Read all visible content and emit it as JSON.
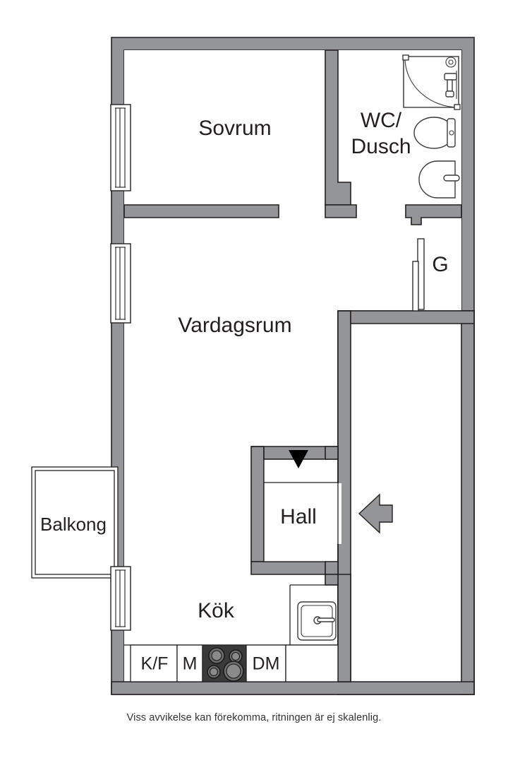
{
  "plan": {
    "type": "apartment-floor-plan",
    "language": "sv",
    "caption": "Viss avvikelse kan förekomma, ritningen är ej skalenlig.",
    "wall_color": "#939598",
    "outline_color": "#231f20",
    "background_color": "#ffffff"
  },
  "rooms": [
    {
      "id": "sovrum",
      "label": "Sovrum"
    },
    {
      "id": "wc_dusch",
      "label": "WC/"
    },
    {
      "id": "wc_dusch2",
      "label": "Dusch"
    },
    {
      "id": "garderob",
      "label": "G"
    },
    {
      "id": "vardagsrum",
      "label": "Vardagsrum"
    },
    {
      "id": "hall",
      "label": "Hall"
    },
    {
      "id": "balkong",
      "label": "Balkong"
    },
    {
      "id": "kok",
      "label": "Kök"
    }
  ],
  "appliances": [
    {
      "id": "fridge_freezer",
      "label": "K/F"
    },
    {
      "id": "microwave",
      "label": "M"
    },
    {
      "id": "dishwasher",
      "label": "DM"
    }
  ],
  "fixtures": [
    {
      "id": "shower",
      "name": "corner-shower"
    },
    {
      "id": "toilet",
      "name": "toilet"
    },
    {
      "id": "washbasin",
      "name": "washbasin"
    },
    {
      "id": "kitchen_sink",
      "name": "kitchen-sink"
    },
    {
      "id": "stove",
      "name": "stove-4-burner"
    }
  ],
  "markers": [
    {
      "id": "entrance_arrow",
      "name": "entrance-direction-arrow",
      "direction": "left"
    },
    {
      "id": "closet_arrow",
      "name": "closet-direction-arrow",
      "direction": "down"
    }
  ],
  "openings": [
    {
      "id": "window_bedroom",
      "name": "window"
    },
    {
      "id": "window_living",
      "name": "window"
    },
    {
      "id": "balcony_door",
      "name": "balcony-door"
    },
    {
      "id": "closet_slider",
      "name": "sliding-door"
    }
  ]
}
